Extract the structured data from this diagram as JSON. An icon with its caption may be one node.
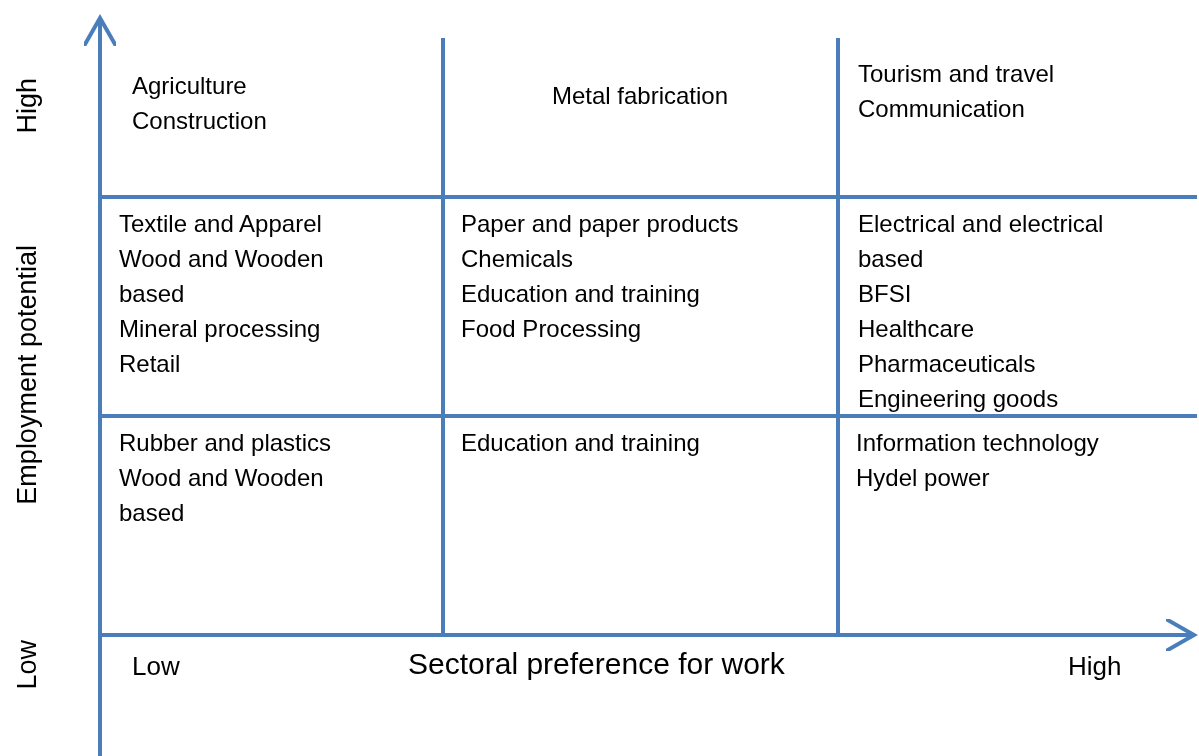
{
  "diagram": {
    "labels": [
      "High",
      "Employment potential",
      "Low",
      "Agriculture",
      "Construction",
      "Metal fabrication",
      "Tourism and travel",
      "Communication",
      "Textile and Apparel",
      "Wood and Wooden based",
      "Mineral processing",
      "Retail",
      "Paper and paper products",
      "Chemicals",
      "Education and training",
      "Food Processing",
      "Electrical and electrical based",
      "BFSI",
      "Healthcare",
      "Pharmaceuticals",
      "Engineering goods",
      "Rubber and plastics",
      "Wood and Wooden based",
      "Education and training",
      "Information technology",
      "Hydel power",
      "Low",
      "Sectoral preference for work",
      "High"
    ]
  }
}
